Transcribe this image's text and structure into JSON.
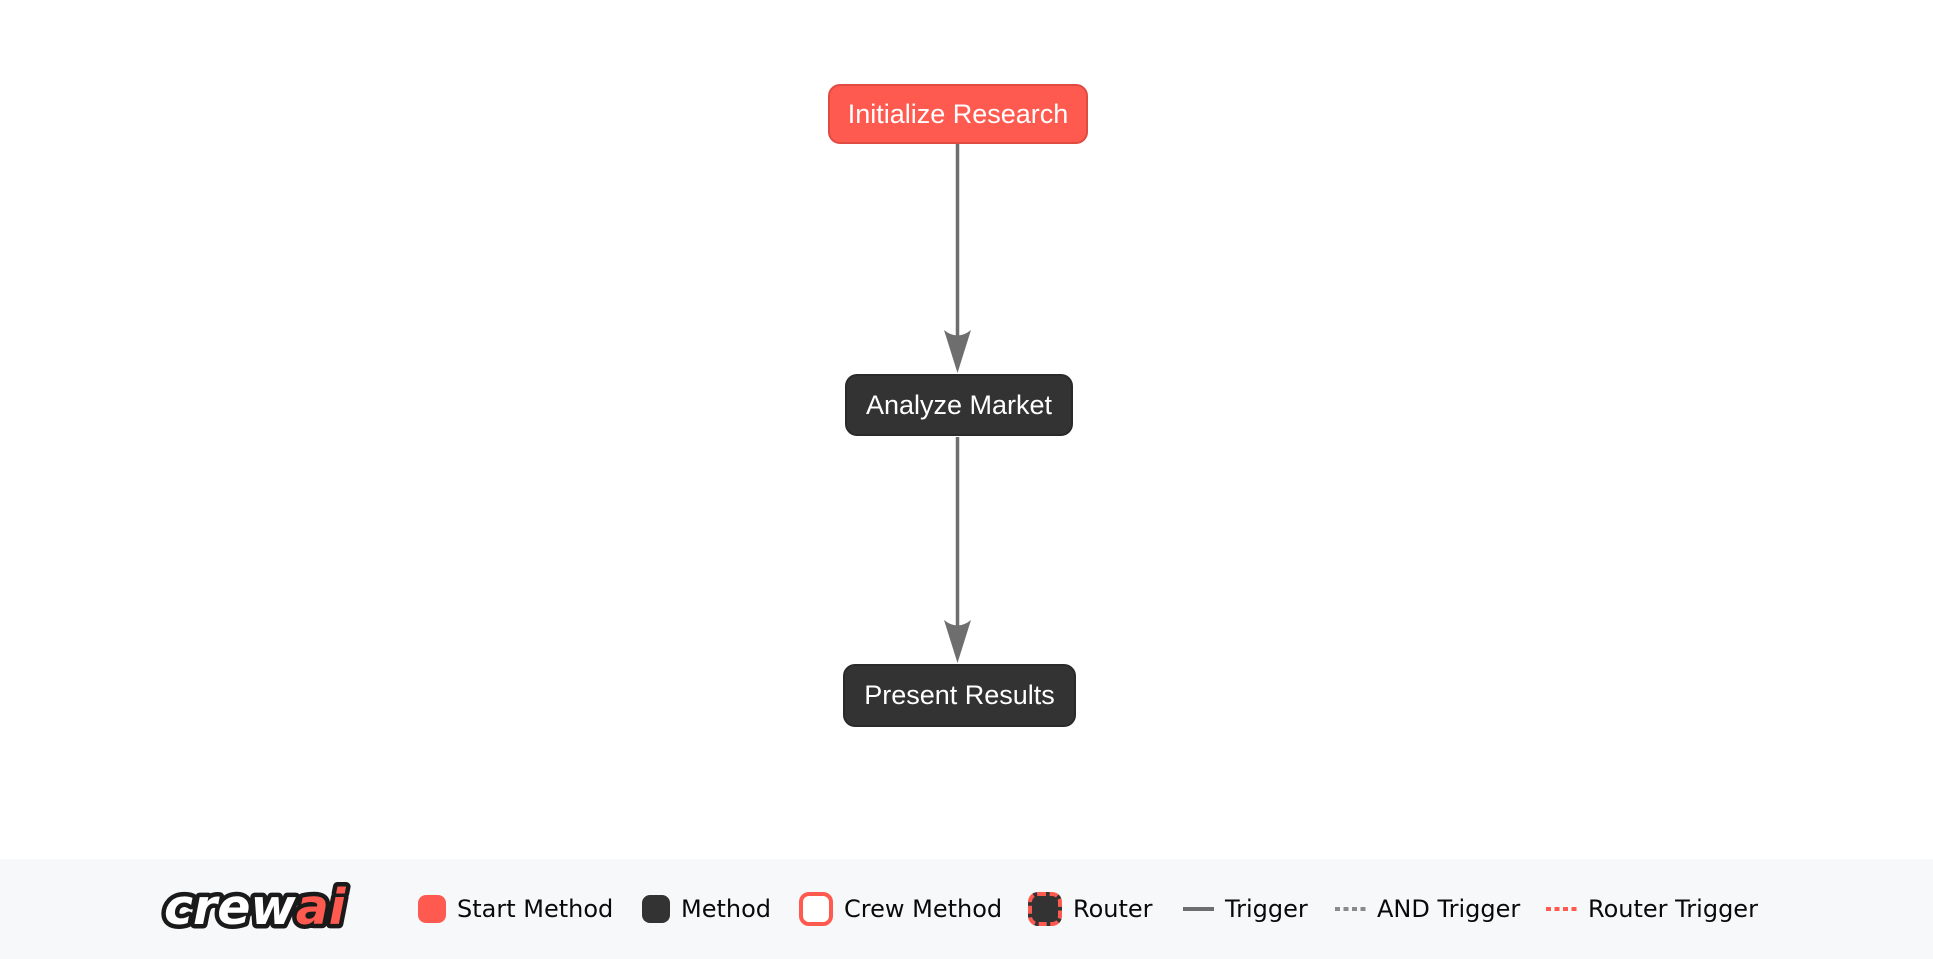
{
  "flow": {
    "nodes": [
      {
        "id": "initialize_research",
        "label": "Initialize Research",
        "type": "start-method"
      },
      {
        "id": "analyze_market",
        "label": "Analyze Market",
        "type": "method"
      },
      {
        "id": "present_results",
        "label": "Present Results",
        "type": "method"
      }
    ],
    "edges": [
      {
        "from": "initialize_research",
        "to": "analyze_market",
        "type": "trigger"
      },
      {
        "from": "analyze_market",
        "to": "present_results",
        "type": "trigger"
      }
    ]
  },
  "legend": {
    "logo": {
      "part1": "crew",
      "part2": "ai"
    },
    "items": [
      {
        "label": "Start Method",
        "swatch": "start-method-swatch"
      },
      {
        "label": "Method",
        "swatch": "method-swatch"
      },
      {
        "label": "Crew Method",
        "swatch": "crew-method-swatch"
      },
      {
        "label": "Router",
        "swatch": "router-swatch"
      },
      {
        "label": "Trigger",
        "swatch": "trigger-line"
      },
      {
        "label": "AND Trigger",
        "swatch": "and-trigger-line"
      },
      {
        "label": "Router Trigger",
        "swatch": "router-trigger-line"
      }
    ]
  },
  "colors": {
    "start_method": "#ff5a50",
    "start_method_border": "#e04b41",
    "method": "#333333",
    "edge": "#6e6e6e",
    "and_trigger": "#8a8a8a",
    "router_trigger": "#ff5a50",
    "legend_background": "#f7f8f9",
    "node_text": "#ffffff",
    "legend_text": "#0a0a0a"
  }
}
